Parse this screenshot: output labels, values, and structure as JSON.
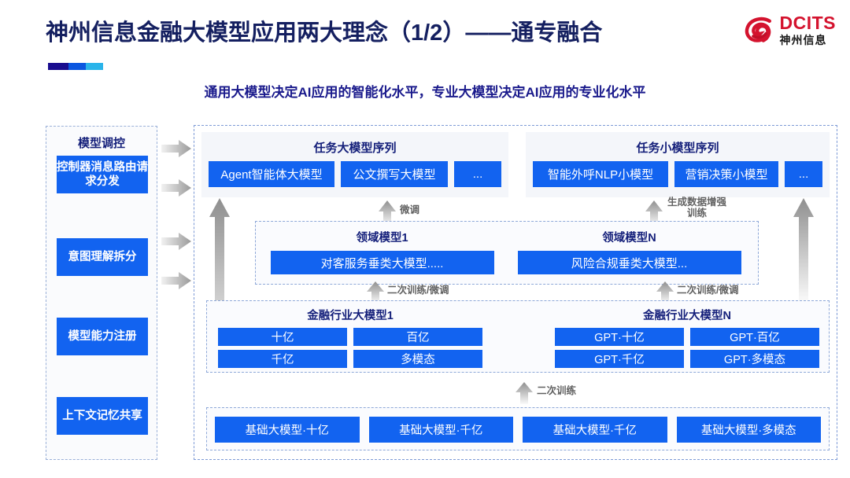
{
  "header": {
    "title": "神州信息金融大模型应用两大理念（1/2）——通专融合",
    "subtitle": "通用大模型决定AI应用的智能化水平，专业大模型决定AI应用的专业化水平",
    "logo_en": "DCITS",
    "logo_cn": "神州信息",
    "accent_colors": [
      "#1a0d8f",
      "#0b57e0",
      "#2ab4ea"
    ],
    "brand_red": "#d4132e",
    "title_color": "#141f60"
  },
  "sidebar": {
    "title": "模型调控",
    "items": [
      {
        "label": "控制器消息路由请求分发"
      },
      {
        "label": "意图理解拆分"
      },
      {
        "label": "模型能力注册"
      },
      {
        "label": "上下文记忆共享"
      }
    ]
  },
  "diagram": {
    "task_big": {
      "title": "任务大模型序列",
      "chips": [
        "Agent智能体大模型",
        "公文撰写大模型",
        "..."
      ]
    },
    "task_small": {
      "title": "任务小模型序列",
      "chips": [
        "智能外呼NLP小模型",
        "营销决策小模型",
        "..."
      ]
    },
    "domain": [
      {
        "title": "领域模型1",
        "chip": "对客服务垂类大模型....."
      },
      {
        "title": "领域模型N",
        "chip": "风险合规垂类大模型..."
      }
    ],
    "industry": [
      {
        "title": "金融行业大模型1",
        "chips": [
          "十亿",
          "百亿",
          "千亿",
          "多模态"
        ]
      },
      {
        "title": "金融行业大模型N",
        "chips": [
          "GPT·十亿",
          "GPT·百亿",
          "GPT·千亿",
          "GPT·多模态"
        ]
      }
    ],
    "base": {
      "chips": [
        "基础大模型·十亿",
        "基础大模型·千亿",
        "基础大模型·千亿",
        "基础大模型·多模态"
      ]
    },
    "arrow_labels": {
      "finetune": "微调",
      "data_aug_line1": "生成数据增强",
      "data_aug_line2": "训练",
      "retrain_finetune_left": "二次训练/微调",
      "retrain_finetune_right": "二次训练/微调",
      "retrain": "二次训练"
    },
    "chip_color": "#1263f0",
    "panel_title_color": "#141f7a"
  }
}
